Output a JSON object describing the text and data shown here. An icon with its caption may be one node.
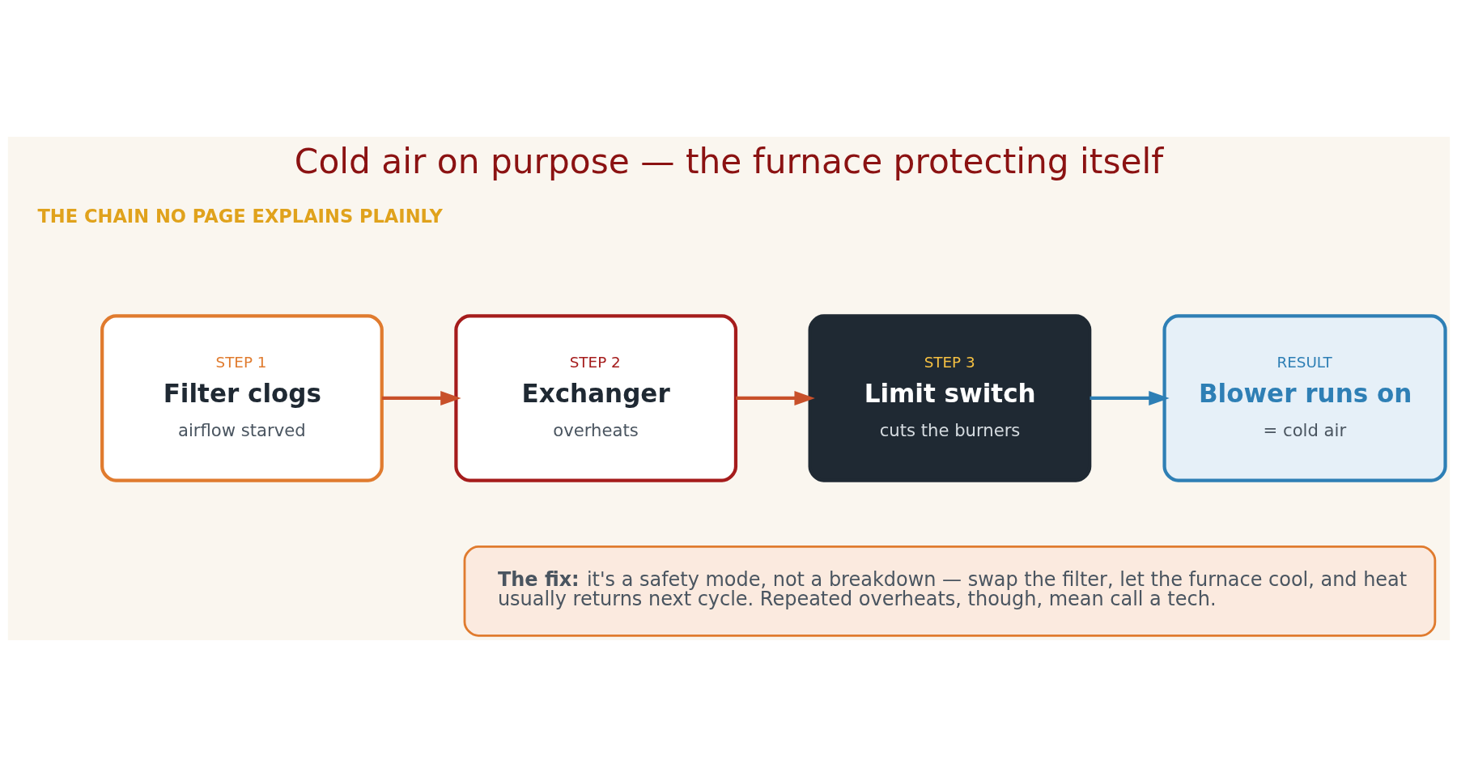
{
  "diagram": {
    "title": "Cold air on purpose — the furnace protecting itself",
    "nodes": [
      {
        "text": [
          "STEP 1",
          "Filter clogs",
          "airflow starved"
        ]
      },
      {
        "text": [
          "STEP 2",
          "Exchanger",
          "overheats"
        ]
      },
      {
        "text": [
          "STEP 3",
          "Limit switch",
          "cuts the burners"
        ]
      },
      {
        "text": [
          "RESULT",
          "Blower runs on",
          "= cold air"
        ]
      },
      {
        "text": [
          "**The fix:** it's a safety mode, not a breakdown — swap the filter, let the furnace cool, and heat usually returns next cycle. Repeated overheats, though, mean call a tech."
        ]
      }
    ],
    "edges": [
      {
        "from": 0,
        "to": 1,
        "arrow": "to"
      },
      {
        "from": 1,
        "to": 2,
        "arrow": "to"
      },
      {
        "from": 2,
        "to": 3,
        "arrow": "to",
        "color": "#2e7fb5"
      }
    ],
    "labels": [
      "THE CHAIN NO PAGE EXPLAINS PLAINLY"
    ]
  }
}
